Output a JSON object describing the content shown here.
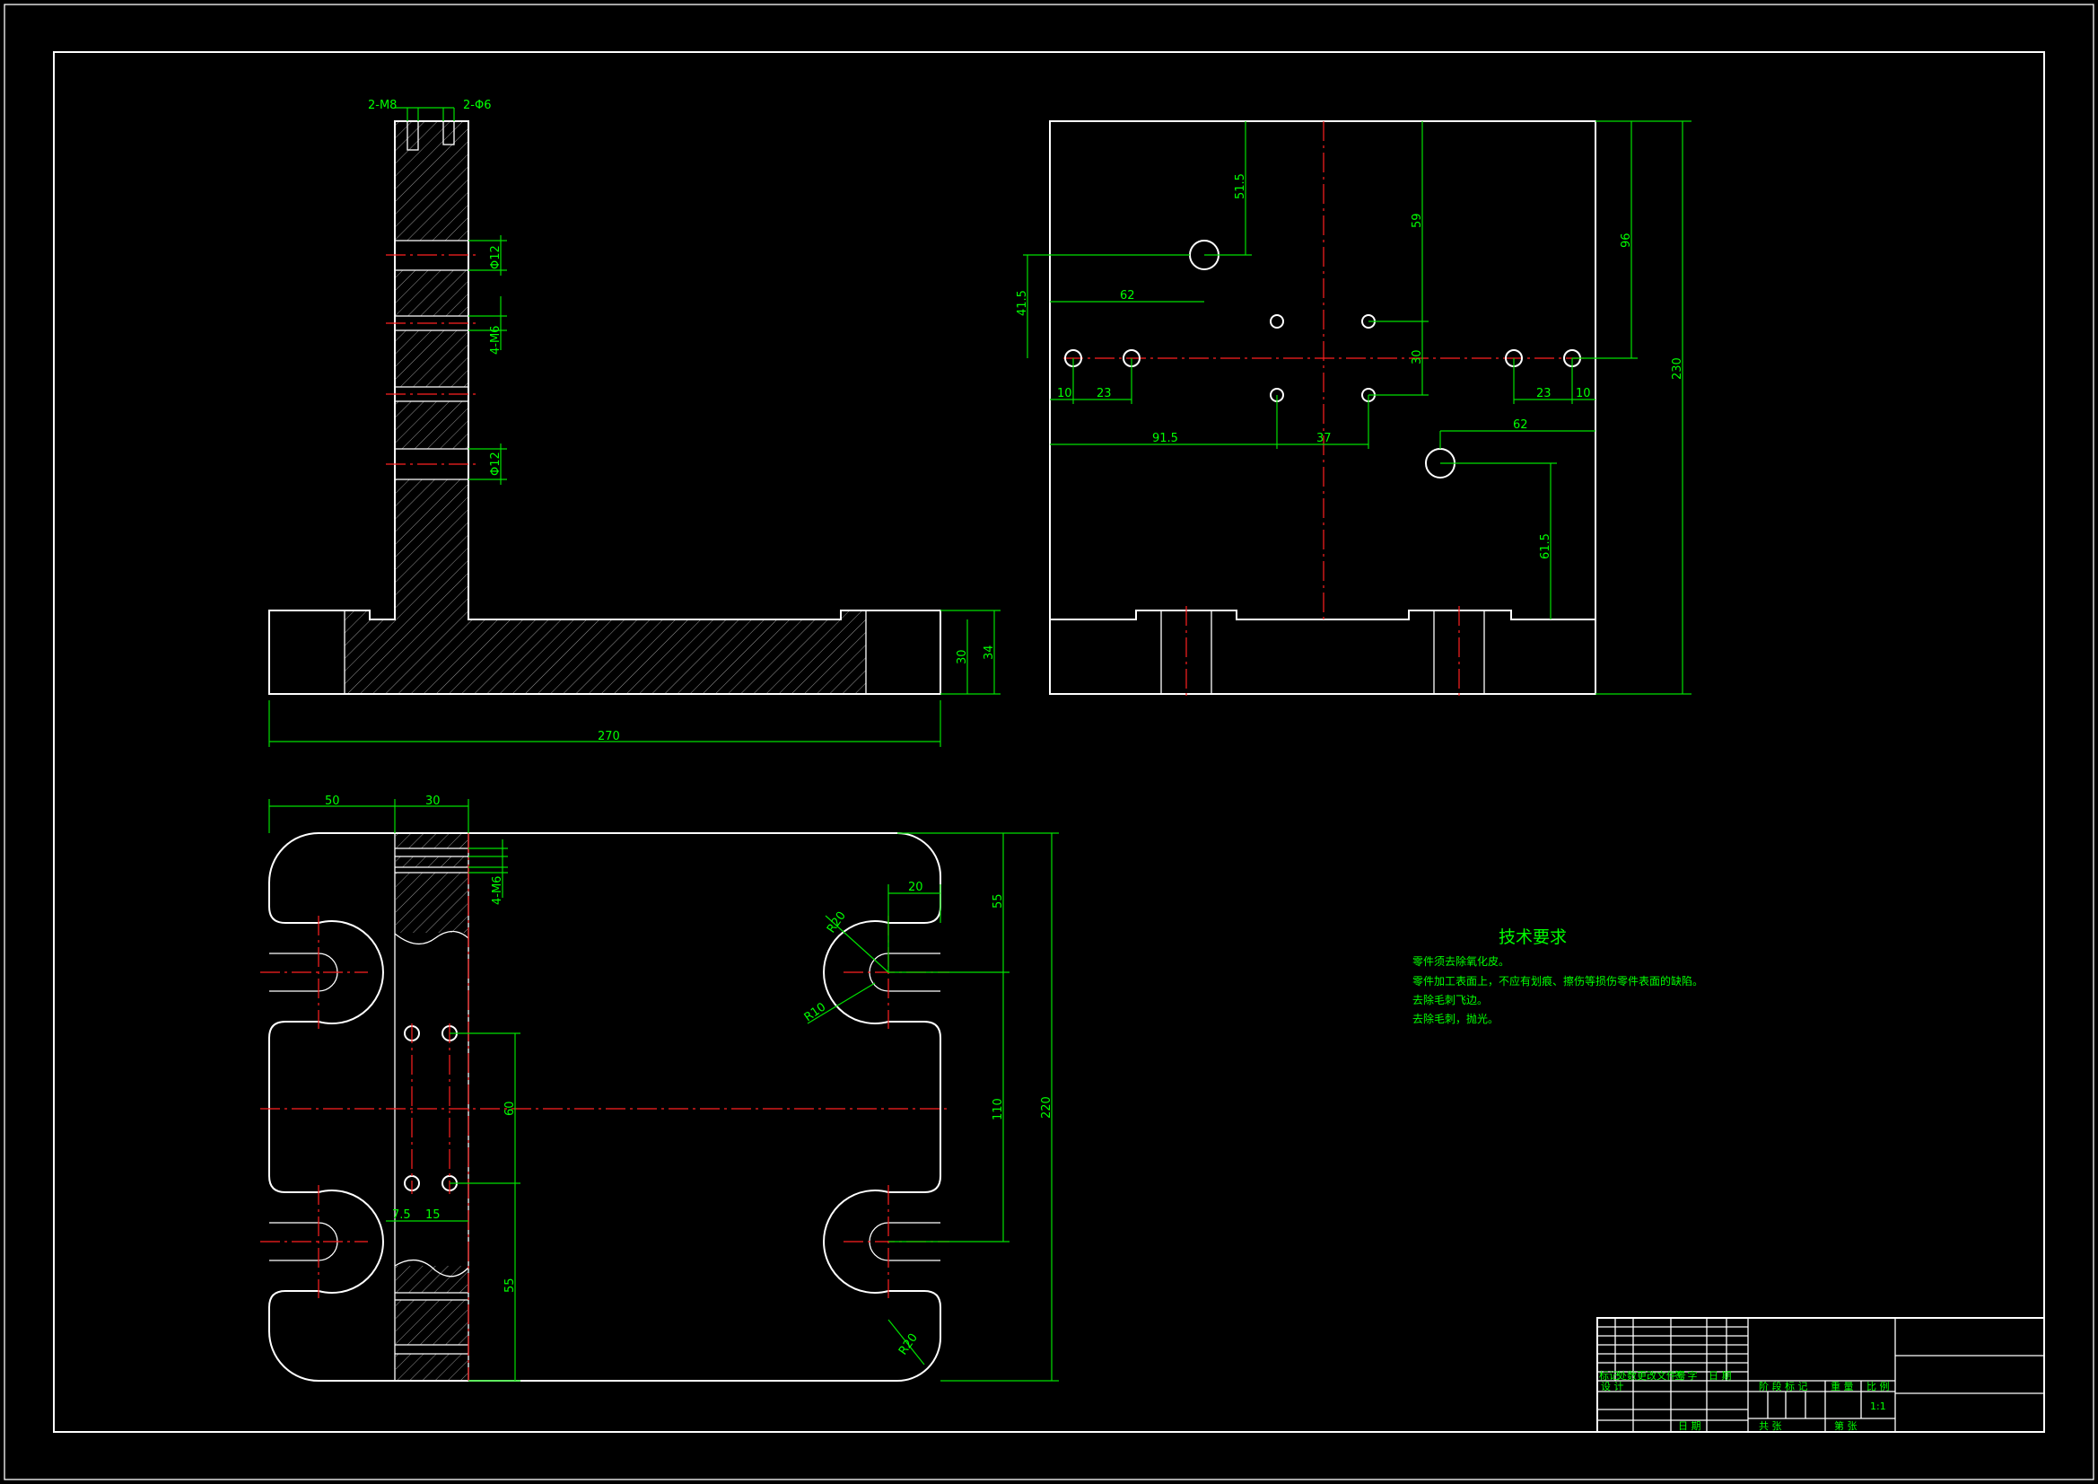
{
  "technical_requirements": {
    "title": "技术要求",
    "notes": [
      "零件须去除氧化皮。",
      "零件加工表面上，不应有划痕、擦伤等损伤零件表面的缺陷。",
      "去除毛刺飞边。",
      "去除毛刺，抛光。"
    ]
  },
  "views": {
    "front": {
      "dims": {
        "top_tap_left": "2-M8",
        "top_tap_right": "2-Φ6",
        "hole_upper": "Φ12",
        "hole_mid": "4-M6",
        "hole_lower": "Φ12",
        "height_30": "30",
        "height_34": "34",
        "width_270": "270"
      }
    },
    "side": {
      "dims": {
        "d_51_5": "51.5",
        "d_41_5": "41.5",
        "d_62_left": "62",
        "d_59": "59",
        "d_96": "96",
        "d_30": "30",
        "d_230": "230",
        "d_10_left": "10",
        "d_23_left": "23",
        "d_23_right": "23",
        "d_10_right": "10",
        "d_91_5": "91.5",
        "d_37": "37",
        "d_62_right": "62",
        "d_61_5": "61.5"
      }
    },
    "top": {
      "dims": {
        "d_50": "50",
        "d_30": "30",
        "d_4m6": "4-M6",
        "d_20": "20",
        "d_r20": "R20",
        "d_r10": "R10",
        "d_55_top": "55",
        "d_110": "110",
        "d_220": "220",
        "d_60": "60",
        "d_7_5": "7.5",
        "d_15": "15",
        "d_55_bottom": "55",
        "d_r20_corner": "R20"
      }
    }
  },
  "title_block": {
    "rev_headers": [
      "标记",
      "处数",
      "更改文件号",
      "签 字",
      "日 期"
    ],
    "design": "设 计",
    "date": "日 期",
    "stage": "阶 段 标 记",
    "weight": "重 量",
    "scale_label": "比 例",
    "scale": "1:1",
    "sheets": "共  张",
    "sheet": "第  张"
  }
}
